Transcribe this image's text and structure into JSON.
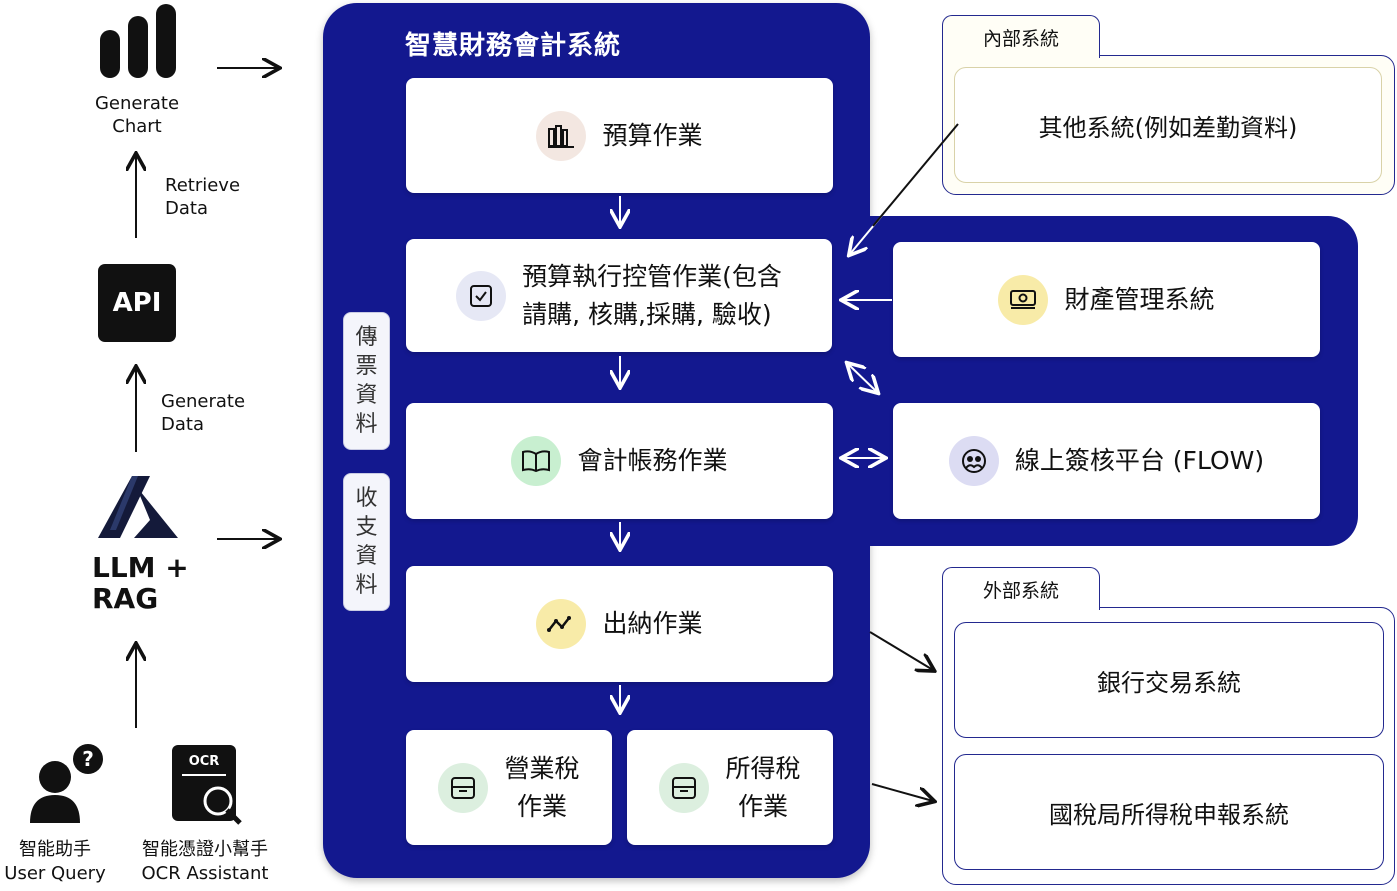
{
  "left": {
    "generate_chart": "Generate\nChart",
    "retrieve_data": "Retrieve\nData",
    "api": "API",
    "generate_data": "Generate\nData",
    "llm": "LLM +\nRAG",
    "user_query_zh": "智能助手",
    "user_query_en": "User Query",
    "ocr_badge": "OCR",
    "ocr_zh": "智能憑證小幫手",
    "ocr_en": "OCR Assistant"
  },
  "main": {
    "title": "智慧財務會計系統",
    "budget": "預算作業",
    "budget_control_1": "預算執行控管作業(包含",
    "budget_control_2": "請購, 核購,採購, 驗收)",
    "accounting": "會計帳務作業",
    "cashier": "出納作業",
    "business_tax_1": "營業稅",
    "business_tax_2": "作業",
    "income_tax_1": "所得稅",
    "income_tax_2": "作業",
    "vtab_voucher": [
      "傳",
      "票",
      "資",
      "料"
    ],
    "vtab_receipt": [
      "收",
      "支",
      "資",
      "料"
    ]
  },
  "integrated": {
    "property": "財產管理系統",
    "flow": "線上簽核平台 (FLOW)"
  },
  "internal": {
    "tab": "內部系統",
    "other": "其他系統(例如差勤資料)"
  },
  "external": {
    "tab": "外部系統",
    "bank": "銀行交易系統",
    "tax_bureau": "國稅局所得稅申報系統"
  },
  "colors": {
    "navy": "#13188f",
    "card_border_internal": "#d9d2a8",
    "card_border_external": "#23298f"
  }
}
